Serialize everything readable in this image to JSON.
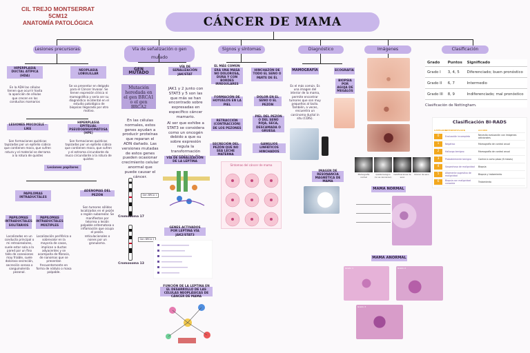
{
  "header": {
    "author": "CIL TREJO MONTSERRAT",
    "group": "5CM12",
    "course": "ANATOMÍA PATOLÓGICA",
    "title": "CÁNCER DE MAMA"
  },
  "branches": {
    "lesiones": "Lesiones precursoras",
    "senalizacion": "Vía de señalización o gen mutado",
    "signos": "Signos y síntomas",
    "diagnostico": "Diagnóstico",
    "imagenes": "Imágenes",
    "clasificacion": "Clasificación"
  },
  "lesiones": {
    "hda_title": "HIPERPLASIA DUCTAL ATÍPICA (HDA)",
    "hda_text": "En la ADH las células tienen que ocurrir hasta la aparición de células que crecen en los conductos mamarios",
    "hl_title": "NEOPLASIA LOBULILLAR",
    "hl_text": "Se va presentar en delgado para el Cáncer Invasor. Se tienen expresión clínica ni mamográfica y sería ser su diagnóstico incidental en el estudio patológico de biopsias llegarado por otro motivo.",
    "lmb_title": "LESIONES MUCOCELE - LIKE",
    "lmb_text": "Son formaciones quísticas tapizadas por un epitelio cúbico que contienen moco, que sufren rotura y el material se derrama a la rotura de quistes",
    "hep_title": "HIPERPLASIA EPITELIAL PSEUDOANGIOMATOSA (HPE)",
    "hep_text": "Son formaciones quísticas tapizadas por un epitelio cúbico que contienen moco, que sufren y el estroma circundante da muco circundante a la rotura de quistes",
    "papilares_title": "Lesiones papilares",
    "pap_title": "PAPILOMAS INTRADUCTALES",
    "pi_sol_title": "PAPILOMAS INTRADUCTALES SOLITARIOS",
    "pi_sol_text": "Localizados en un conducto principal o mi retroareolares, suele estar sola a la pared por un fino tallo de conexiones may friable, suele doloroso secreción, secreción serosa o sanguinolenta pezonal.",
    "pi_mul_title": "PAPILOMAS INTRADUCTALES MÚLTIPLES",
    "pi_mul_text": "Localización periférica o sobrevalor en la mayoría de casos, implican a ductos adyacentes y se acompaña de fibrosis, de nanomas que se presentan frecuentemente en forma de nódulo o masa palpable.",
    "aden_title": "ADENOMAS DEL PEZÓN",
    "aden_text": "Son tumores sólidos localizados en el pezón o región subareolar. Se manifiestan por telorrea o lesión palpable eritematosa o inflamación que ocupa el pezón. reticulacionales o nones por un granuloma."
  },
  "senal": {
    "gen_mutado": "GEN MUTADO",
    "mutacion": "Mutación heredada en el gen BRCA1 o el gen BRCA2",
    "mut_text": "En las células normales, estos genes ayudan a producir proteínas que reparan el ADN dañado. Las versiones mutadas de estos genes pueden ocasionar crecimiento celular anormal que puede causar el cáncer.",
    "jak_title": "VÍA DE SEÑALIZACIÓN JAK/STAT",
    "jak_text": "JAK1 y 2 junto con STAT3 y 5 son las que más se han encontrado sobre expresadas en específico cáncer mamario.",
    "stat_text": "Al ser que exhibe a STAT3 se considera como un oncogén debido a que su sobre expresión regula la transformación oncogénica de diversas células.",
    "leptina_title": "VÍA DE SEÑALIZACIÓN DE LA LEPTINA",
    "genes_title": "GENES ACTIVADOS POR LEPTINA VÍA JAK2/STAT3",
    "funcion_title": "FUNCIÓN DE LA LEPTINA EN EL DESARROLLO DE LAS CÉLULAS NEOPLÁSICAS DE CÁNCER DE MAMA",
    "chr17": "Cromosoma 17",
    "chr13": "Cromosoma 13",
    "gen1": "Gen BRCA 1",
    "gen2": "Gen BRCA 2"
  },
  "signos": {
    "s1": "EL MÁS COMÚN ERA UNA MASA NO DOLOROSA, DURA Y CON BORDES IRREGULARES",
    "s2": "HINCHAZÓN DE TODO EL SENO O PARTE DE ÉL",
    "s3": "FORMACIÓN DE HOYUELOS EN LA PIEL",
    "s4": "DOLOR EN EL SENO O EL PEZÓN",
    "s5": "RETRACCIÓN (CONTRACCIÓN) DE LOS PEZONES",
    "s6": "PIEL DEL PEZÓN O DEL SENO ROJA, SECA, DESCAMADA O GRUESA",
    "s7": "SECRECIÓN DEL PEZÓN QUE NO SEA LECHE MATERNA",
    "s8": "GANGLIOS LINFÁTICOS HINCHADOS",
    "diagram_title": "Síntomas del cáncer de mama"
  },
  "diagnostico": {
    "mamografia": "MAMOGRAFÍA",
    "mamo_text": "Es el más común. Es una imagen del interior de la mama, permite encontrar tumores que son muy pequeños al tacto. También, a veces, encuentra un carcinoma ductal in situ (CDIS).",
    "ecografia": "ECOGRAFÍA",
    "biopsia": "BIOPSIA POR AGUJA DE MEGALÓS",
    "imagen_rm": "IMAGEN DE RESONANCIA MAGNÉTICA DE MAMA"
  },
  "imagenes": {
    "mama_normal": "MAMA NORMAL",
    "mama_anormal": "MAMA ANORMAL",
    "grado1": "Grado 1",
    "grado2": "Grado 2",
    "grado3": "Grado 3",
    "strip_labels": [
      "Mamografía normal",
      "Quiste benigno (no es canceroso)",
      "Calcificaciones de seno",
      "Cáncer de seno"
    ]
  },
  "clasificacion": {
    "headers": [
      "Grado",
      "Puntos",
      "Significado"
    ],
    "rows": [
      [
        "Grado I",
        "3, 4, 5",
        "Diferenciado; buen pronóstico"
      ],
      [
        "Grado II",
        "6, 7",
        "Intermedio"
      ],
      [
        "Grado III",
        "8, 9",
        "Indiferenciado; mal pronóstico"
      ]
    ],
    "caption": "Clasificación de Nottingham.",
    "birads_title": "Clasificación BI-RADS",
    "birads_headers": [
      "CATEGORÍA",
      "INTERPRETACIÓN",
      "ACCIÓN"
    ],
    "birads": [
      [
        "0",
        "Evaluación incompleta",
        "Necesita evaluación con imágenes adicionales"
      ],
      [
        "1",
        "Negativo",
        "Mamografía de control anual"
      ],
      [
        "2",
        "Hallazgo benigno",
        "Mamografía de control anual"
      ],
      [
        "3",
        "Probablemente benigno",
        "Control a corto plazo (6 meses)"
      ],
      [
        "4",
        "Sospechoso de malignidad",
        "Biopsia"
      ],
      [
        "5",
        "Altamente sugestivo de malignidad",
        "Biopsia y tratamiento"
      ],
      [
        "6",
        "Biopsia con malignidad conocida",
        "Tratamiento"
      ]
    ]
  },
  "colors": {
    "accent": "#c5b1e8",
    "header_red": "#a83a3a",
    "birads_orange": "#f2a81e"
  }
}
